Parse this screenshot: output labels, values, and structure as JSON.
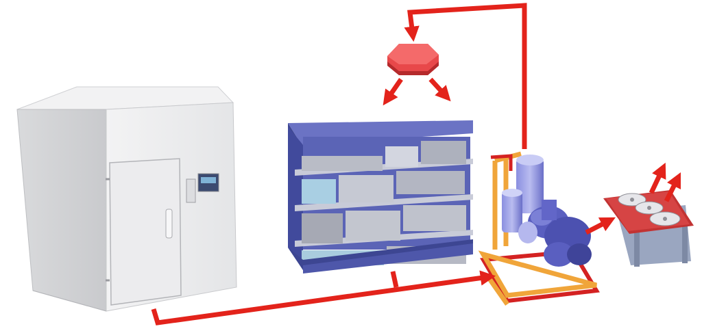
{
  "diagram": {
    "components": [
      {
        "id": "cold-room",
        "icon": "cold-room-icon"
      },
      {
        "id": "display-cabinet",
        "icon": "refrigerated-display-cabinet-icon"
      },
      {
        "id": "heat-recovery-unit",
        "icon": "heat-recovery-unit-icon"
      },
      {
        "id": "compressor-rack",
        "icon": "compressor-rack-icon"
      },
      {
        "id": "condenser",
        "icon": "fan-condenser-icon"
      }
    ],
    "flows": [
      {
        "from": "cold-room",
        "to": "compressor-rack"
      },
      {
        "from": "display-cabinet",
        "to": "compressor-rack"
      },
      {
        "from": "compressor-rack",
        "to": "heat-recovery-unit"
      },
      {
        "from": "heat-recovery-unit",
        "to": "display-cabinet"
      },
      {
        "from": "compressor-rack",
        "to": "condenser"
      },
      {
        "from": "condenser",
        "to": "outside-air"
      }
    ],
    "colors": {
      "flow_arrow": "#e3231b",
      "cold_room_panel": "#e7e8ea",
      "cabinet_body": "#4f5aa8",
      "cabinet_top": "#6b73c4",
      "compressor": "#5a5fc0",
      "rack_pipe": "#f0a53a",
      "heat_unit": "#e8484a",
      "condenser_frame": "#c23333",
      "condenser_base": "#9aa6c0"
    }
  }
}
